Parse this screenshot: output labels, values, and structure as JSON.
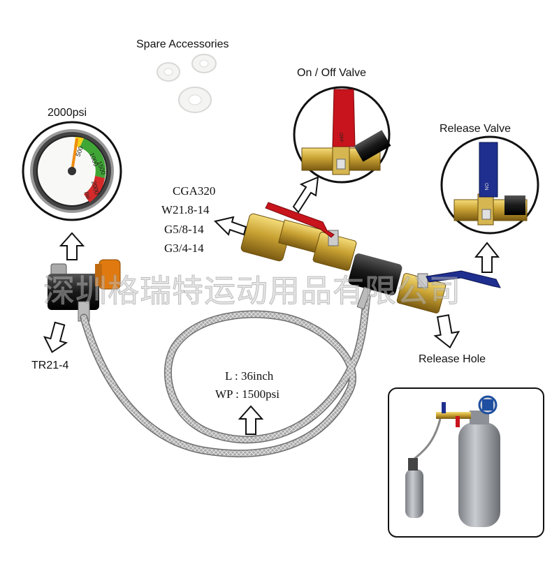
{
  "labels": {
    "spare_accessories": "Spare Accessories",
    "on_off_valve": "On / Off Valve",
    "release_valve": "Release Valve",
    "gauge_rating": "2000psi",
    "thread_1": "CGA320",
    "thread_2": "W21.8-14",
    "thread_3": "G5/8-14",
    "thread_4": "G3/4-14",
    "tr_thread": "TR21-4",
    "release_hole": "Release Hole",
    "hose_length": "L : 36inch",
    "hose_pressure": "WP : 1500psi"
  },
  "gauge": {
    "scale": [
      "500",
      "1000",
      "1500",
      "2000"
    ],
    "unit": "psi"
  },
  "valve_handle": {
    "off_mark": "OFF",
    "on_mark": "ON"
  },
  "watermark": "深圳格瑞特运动用品有限公司",
  "colors": {
    "on_off_handle": "#c8141c",
    "release_handle": "#1f2f8f",
    "brass": "#c9a233",
    "quick_coupler": "#e07a10",
    "hose": "#9a9a9a"
  }
}
